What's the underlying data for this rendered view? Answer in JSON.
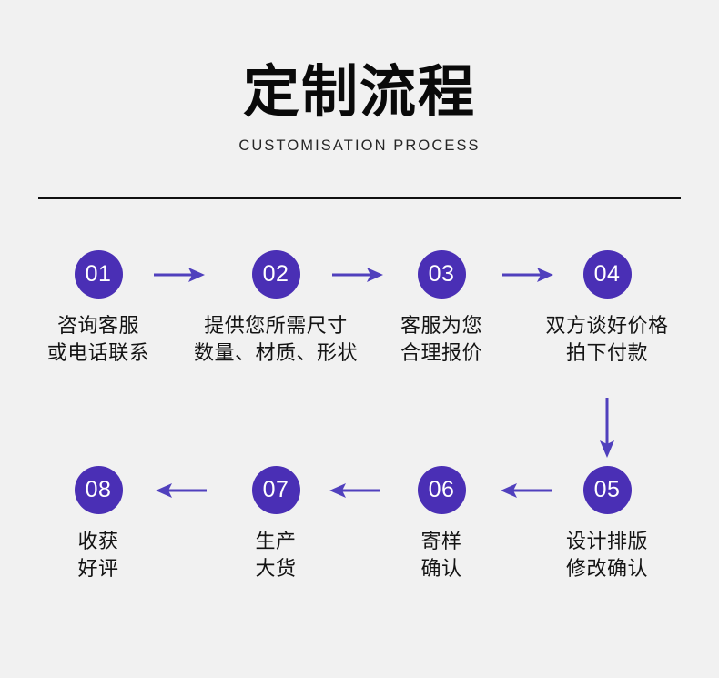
{
  "header": {
    "title": "定制流程",
    "subtitle": "CUSTOMISATION PROCESS"
  },
  "theme": {
    "background": "#f1f1f1",
    "badge_color": "#4a2fb5",
    "arrow_color": "#5040bd",
    "title_color": "#0a0a0a",
    "label_color": "#141414",
    "divider_color": "#111111"
  },
  "flow": {
    "row_one": {
      "direction": "left-to-right",
      "steps": [
        {
          "number": "01",
          "line1": "咨询客服",
          "line2": "或电话联系"
        },
        {
          "number": "02",
          "line1": "提供您所需尺寸",
          "line2": "数量、材质、形状"
        },
        {
          "number": "03",
          "line1": "客服为您",
          "line2": "合理报价"
        },
        {
          "number": "04",
          "line1": "双方谈好价格",
          "line2": "拍下付款"
        }
      ],
      "arrows": [
        {
          "icon": "arrow-right-icon"
        },
        {
          "icon": "arrow-right-icon"
        },
        {
          "icon": "arrow-right-icon"
        }
      ]
    },
    "connector": {
      "icon": "arrow-down-icon"
    },
    "row_two": {
      "direction": "right-to-left",
      "steps": [
        {
          "number": "08",
          "line1": "收获",
          "line2": "好评"
        },
        {
          "number": "07",
          "line1": "生产",
          "line2": "大货"
        },
        {
          "number": "06",
          "line1": "寄样",
          "line2": "确认"
        },
        {
          "number": "05",
          "line1": "设计排版",
          "line2": "修改确认"
        }
      ],
      "arrows": [
        {
          "icon": "arrow-left-icon"
        },
        {
          "icon": "arrow-left-icon"
        },
        {
          "icon": "arrow-left-icon"
        }
      ]
    }
  }
}
